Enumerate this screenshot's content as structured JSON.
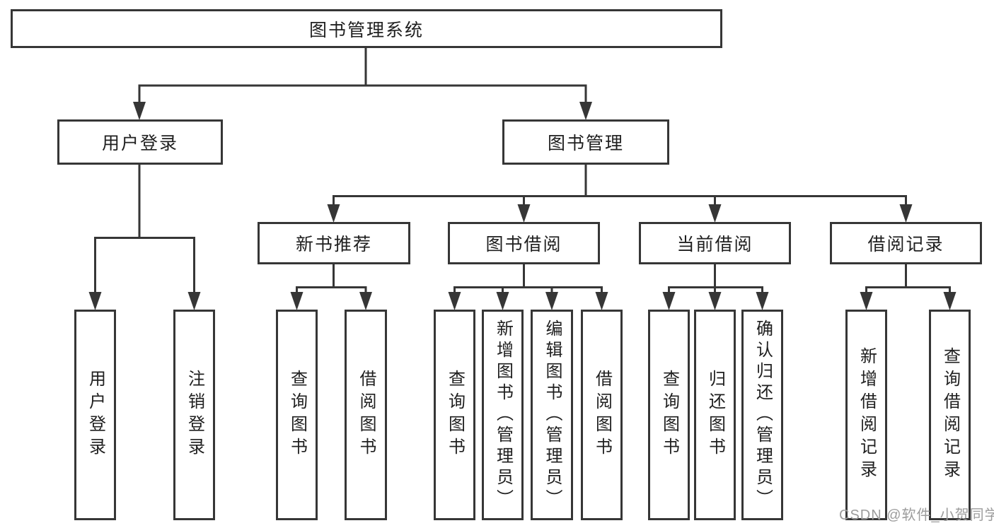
{
  "root_label": "图书管理系统",
  "branches": [
    {
      "label": "用户登录",
      "leaves": [
        "用户登录",
        "注销登录"
      ]
    },
    {
      "label": "图书管理",
      "groups": [
        {
          "label": "新书推荐",
          "leaves": [
            "查询图书",
            "借阅图书"
          ]
        },
        {
          "label": "图书借阅",
          "leaves": [
            "查询图书",
            "新增图书（管理员）",
            "编辑图书（管理员）",
            "借阅图书"
          ]
        },
        {
          "label": "当前借阅",
          "leaves": [
            "查询图书",
            "归还图书",
            "确认归还（管理员）"
          ]
        },
        {
          "label": "借阅记录",
          "leaves": [
            "新增借阅记录",
            "查询借阅记录"
          ]
        }
      ]
    }
  ],
  "watermark": "CSDN @软件_小贺同学",
  "colors": {
    "line": "#363636",
    "text": "#1f1f1f",
    "watermark": "#9c9c9c",
    "background": "#ffffff"
  }
}
